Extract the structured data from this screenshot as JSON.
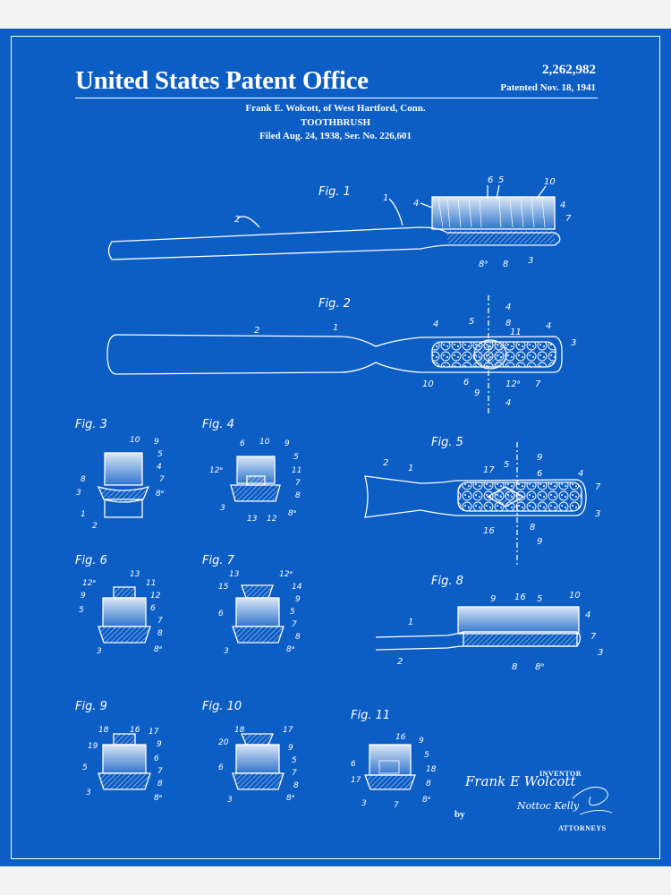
{
  "header": {
    "office": "United States Patent Office",
    "patent_number": "2,262,982",
    "patented": "Patented Nov. 18, 1941",
    "inventor_line": "Frank E. Wolcott, of West Hartford, Conn.",
    "title": "TOOTHBRUSH",
    "filed": "Filed Aug. 24, 1938, Ser. No. 226,601"
  },
  "figures": [
    "Fig. 1",
    "Fig. 2",
    "Fig. 3",
    "Fig. 4",
    "Fig. 5",
    "Fig. 6",
    "Fig. 7",
    "Fig. 8",
    "Fig. 9",
    "Fig. 10",
    "Fig. 11"
  ],
  "signature": {
    "inventor_label": "Inventor",
    "inventor_name": "Frank E Wolcott",
    "by": "by",
    "attorneys_label": "Attorneys",
    "attorney_sig": "Nottoc Kelly"
  },
  "colors": {
    "blueprint": "#0c5dc4",
    "line": "#ffffff",
    "margin": "#f3f3f3"
  }
}
